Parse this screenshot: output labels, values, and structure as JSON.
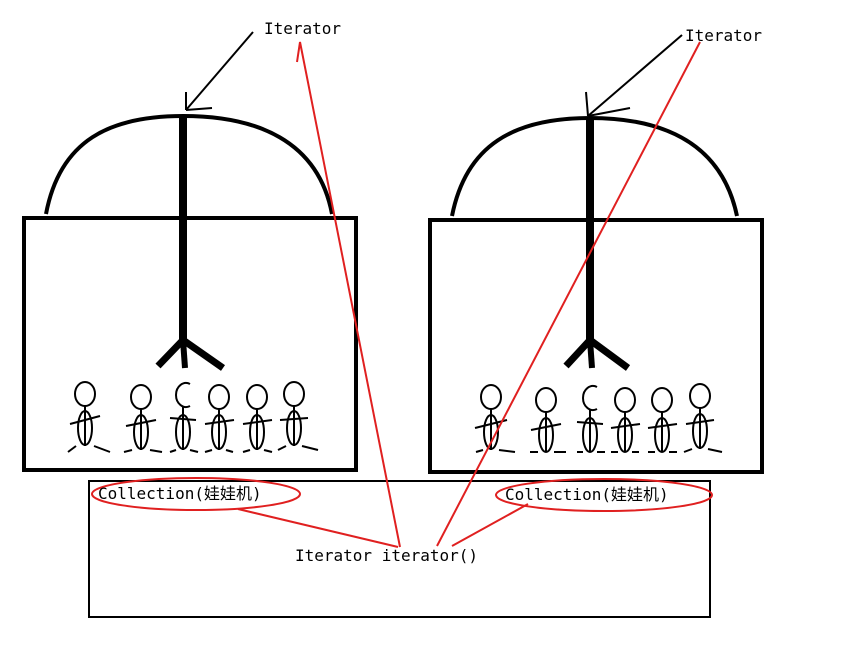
{
  "labels": {
    "iterator_left": "Iterator",
    "iterator_right": "Iterator",
    "collection_left": "Collection(娃娃机)",
    "collection_right": "Collection(娃娃机)",
    "method": "Iterator iterator()"
  },
  "colors": {
    "ink": "#000000",
    "annotation": "#e02020",
    "background": "#ffffff"
  },
  "machines": [
    {
      "name": "claw-machine-left",
      "doll_count": 6
    },
    {
      "name": "claw-machine-right",
      "doll_count": 6
    }
  ]
}
